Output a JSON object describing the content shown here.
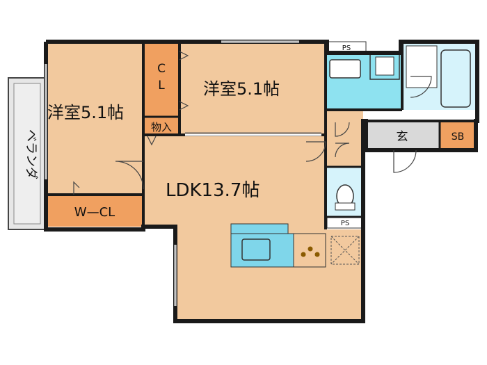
{
  "rooms": {
    "western_left": "洋室5.1帖",
    "western_right": "洋室5.1帖",
    "closet": "C\nL",
    "storage": "物入",
    "walk_in_closet": "W—CL",
    "ldk": "LDK13.7帖",
    "entrance": "玄",
    "shoe_box": "SB",
    "pipe_space_top": "PS",
    "pipe_space_bottom": "PS",
    "balcony": "ベランダ"
  },
  "colors": {
    "room": "#f2c99e",
    "closet": "#f0a060",
    "wet": "#8ee2f0",
    "bath": "#d6f3fb",
    "entrance": "#d9d9d9",
    "balcony": "#e6e6e6",
    "wall": "#1a1a1a",
    "kitchen": "#7fd6ea"
  }
}
